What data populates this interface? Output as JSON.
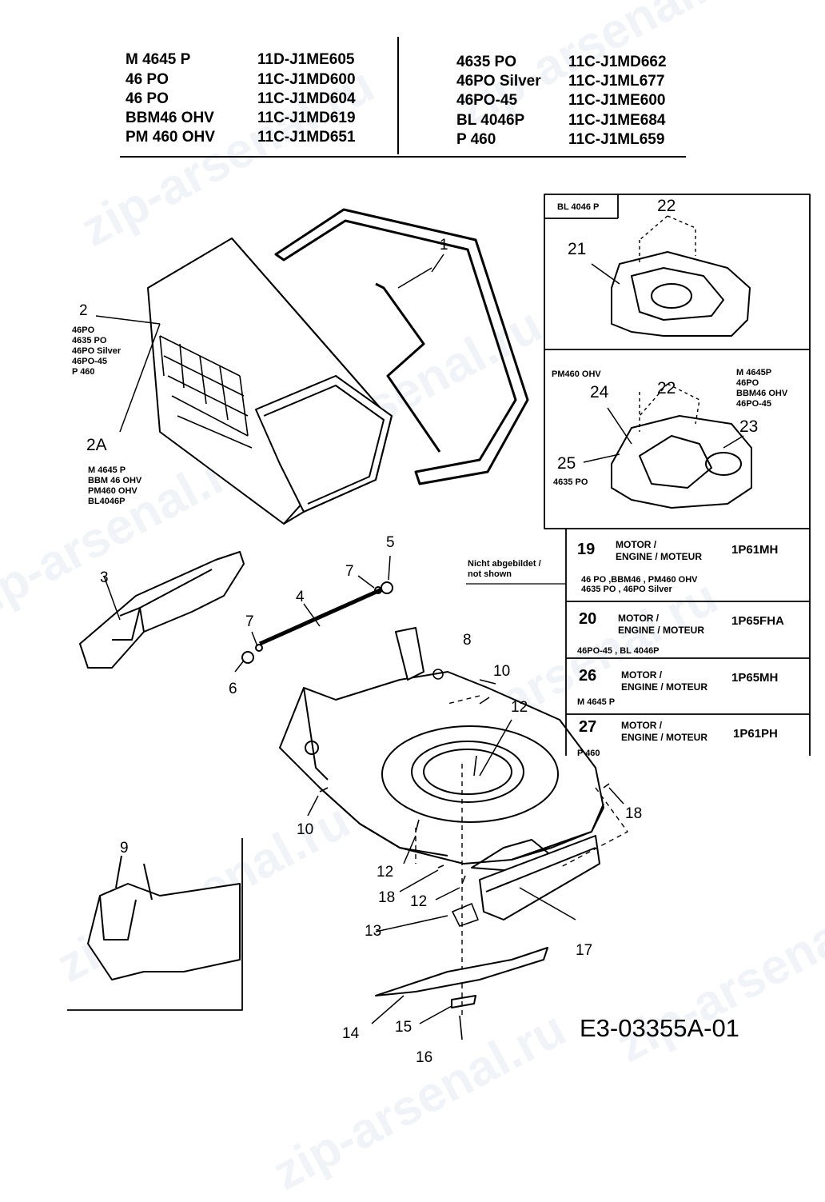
{
  "header_table": {
    "left": [
      {
        "model": "M 4645 P",
        "code": "11D-J1ME605"
      },
      {
        "model": "46 PO",
        "code": "11C-J1MD600"
      },
      {
        "model": "46 PO",
        "code": "11C-J1MD604"
      },
      {
        "model": "BBM46 OHV",
        "code": "11C-J1MD619"
      },
      {
        "model": "PM 460 OHV",
        "code": "11C-J1MD651"
      }
    ],
    "right": [
      {
        "model": "4635 PO",
        "code": "11C-J1MD662"
      },
      {
        "model": "46PO Silver",
        "code": "11C-J1ML677"
      },
      {
        "model": "46PO-45",
        "code": "11C-J1ME600"
      },
      {
        "model": "BL 4046P",
        "code": "11C-J1ME684"
      },
      {
        "model": "P 460",
        "code": "11C-J1ML659"
      }
    ]
  },
  "callouts": {
    "p1": "1",
    "p2": "2",
    "p2a": "2A",
    "p3": "3",
    "p4": "4",
    "p5": "5",
    "p6": "6",
    "p7a": "7",
    "p7b": "7",
    "p8": "8",
    "p9": "9",
    "p10a": "10",
    "p10b": "10",
    "p12a": "12",
    "p12b": "12",
    "p12c": "12",
    "p13": "13",
    "p14": "14",
    "p15": "15",
    "p16": "16",
    "p17": "17",
    "p18a": "18",
    "p18b": "18",
    "p21": "21",
    "p22a": "22",
    "p22b": "22",
    "p23": "23",
    "p24": "24",
    "p25": "25"
  },
  "part2_models": [
    "46PO",
    "4635 PO",
    "46PO Silver",
    "46PO-45",
    "P 460"
  ],
  "part2a_models": [
    "M 4645 P",
    "BBM 46 OHV",
    "PM460 OHV",
    "BL4046P"
  ],
  "engine_cover_box": {
    "header": "BL 4046 P",
    "left_label": "PM460 OHV",
    "right_models": [
      "M 4645P",
      "46PO",
      "BBM46 OHV",
      "46PO-45"
    ],
    "p25_model": "4635 PO"
  },
  "engine_table": {
    "not_shown": [
      "Nicht abgebildet /",
      "not shown"
    ],
    "rows": [
      {
        "num": "19",
        "label": [
          "MOTOR /",
          "ENGINE / MOTEUR"
        ],
        "code": "1P61MH",
        "models": [
          "46 PO ,BBM46 , PM460 OHV",
          "4635 PO , 46PO Silver"
        ]
      },
      {
        "num": "20",
        "label": [
          "MOTOR /",
          "ENGINE / MOTEUR"
        ],
        "code": "1P65FHA",
        "models": [
          "46PO-45 , BL 4046P"
        ]
      },
      {
        "num": "26",
        "label": [
          "MOTOR /",
          "ENGINE / MOTEUR"
        ],
        "code": "1P65MH",
        "models": [
          "M 4645 P"
        ]
      },
      {
        "num": "27",
        "label": [
          "MOTOR /",
          "ENGINE / MOTEUR"
        ],
        "code": "1P61PH",
        "models": [
          "P 460"
        ]
      }
    ]
  },
  "diagram_id": "E3-03355A-01",
  "watermark": "zip-arsenal.ru"
}
